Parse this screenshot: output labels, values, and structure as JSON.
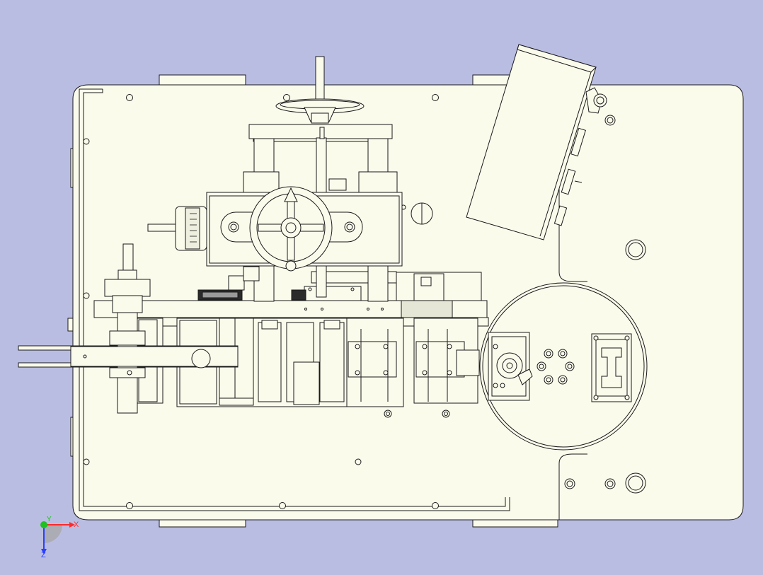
{
  "viewport": {
    "background": "#babde2",
    "part_fill": "#fbfbec",
    "line_color": "#1a1a1a"
  },
  "model": {
    "view": "top",
    "parts": [
      "base-plate",
      "control-box",
      "top-handwheel",
      "center-handwheel",
      "micrometer-dial",
      "gear",
      "rotary-table",
      "belt-rollers",
      "pulley-shaft"
    ]
  },
  "triad": {
    "x_label": "X",
    "y_label": "Y",
    "z_label": "Z",
    "x_color": "#ff2a2a",
    "y_color": "#20c020",
    "z_color": "#2a40ff"
  }
}
